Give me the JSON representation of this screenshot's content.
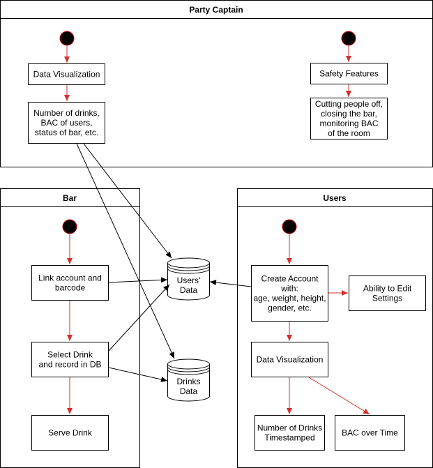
{
  "lanes": {
    "party_captain": "Party Captain",
    "bar": "Bar",
    "users": "Users"
  },
  "nodes": {
    "pc_data_visualization": [
      "Data Visualization"
    ],
    "pc_stats": [
      "Number of drinks,",
      "BAC of users,",
      "status of bar, etc."
    ],
    "pc_safety_features": [
      "Safety Features"
    ],
    "pc_safety_actions": [
      "Cutting people off,",
      "closing the bar,",
      "monitoring BAC",
      "of the room"
    ],
    "bar_link_account": [
      "Link account and",
      "barcode"
    ],
    "bar_select_drink": [
      "Select Drink",
      "and record in DB"
    ],
    "bar_serve_drink": [
      "Serve Drink"
    ],
    "users_create_account": [
      "Create Account",
      "with:",
      "age, weight, height,",
      "gender, etc."
    ],
    "users_edit_settings": [
      "Ability to Edit",
      "Settings"
    ],
    "users_data_visualization": [
      "Data Visualization"
    ],
    "users_drinks_timestamped": [
      "Number of Drinks",
      "Timestamped"
    ],
    "users_bac_over_time": [
      "BAC over Time"
    ]
  },
  "datastores": {
    "users_data": [
      "Users'",
      "Data"
    ],
    "drinks_data": [
      "Drinks",
      "Data"
    ]
  },
  "colors": {
    "flow_arrow": "#d32f2f",
    "data_arrow": "#000000",
    "start_fill": "#000000",
    "start_stroke": "#cc0000"
  }
}
